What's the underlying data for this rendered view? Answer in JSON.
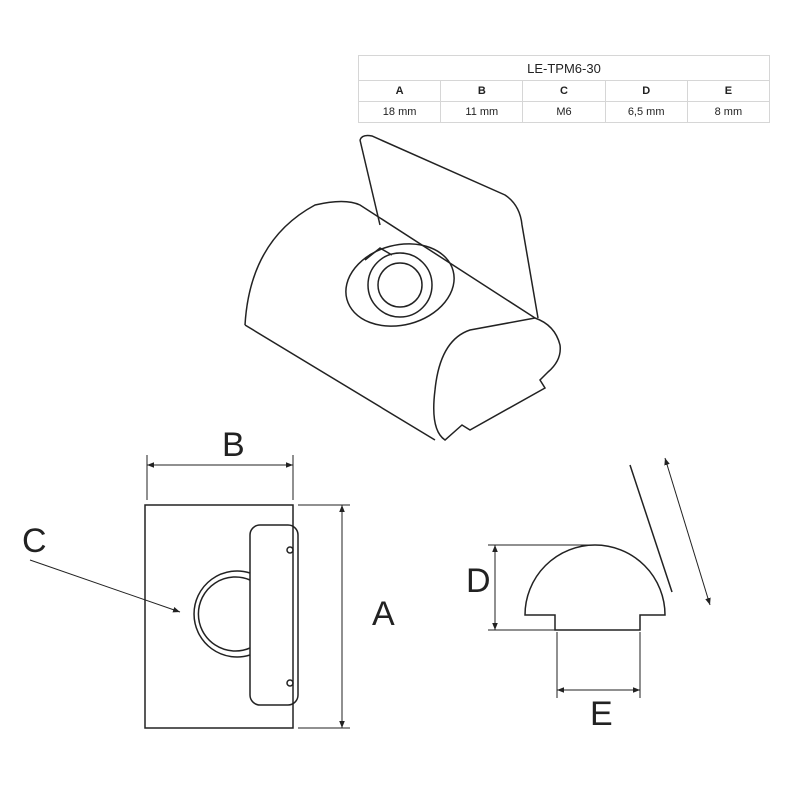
{
  "table": {
    "title": "LE-TPM6-30",
    "headers": [
      "A",
      "B",
      "C",
      "D",
      "E"
    ],
    "values": [
      "18 mm",
      "11 mm",
      "M6",
      "6,5 mm",
      "8 mm"
    ]
  },
  "labels": {
    "A": "A",
    "B": "B",
    "C": "C",
    "D": "D",
    "E": "E"
  }
}
